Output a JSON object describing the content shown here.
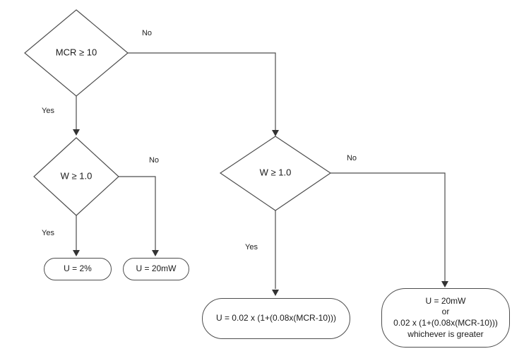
{
  "diagram": {
    "decisions": [
      {
        "label": "MCR ≥ 10"
      },
      {
        "label": "W ≥ 1.0"
      },
      {
        "label": "W ≥ 1.0"
      }
    ],
    "edge_labels": {
      "no1": "No",
      "yes1": "Yes",
      "no2": "No",
      "yes2": "Yes",
      "no3": "No",
      "yes3": "Yes"
    },
    "results": [
      {
        "label": "U = 2%"
      },
      {
        "label": "U = 20mW"
      },
      {
        "label": "U = 0.02 x (1+(0.08x(MCR-10)))"
      },
      {
        "lines": [
          "U = 20mW",
          "or",
          "0.02 x (1+(0.08x(MCR-10)))",
          "whichever is greater"
        ]
      }
    ],
    "colors": {
      "line": "#4d4d4d",
      "arrow": "#333333",
      "background": "#ffffff"
    }
  }
}
